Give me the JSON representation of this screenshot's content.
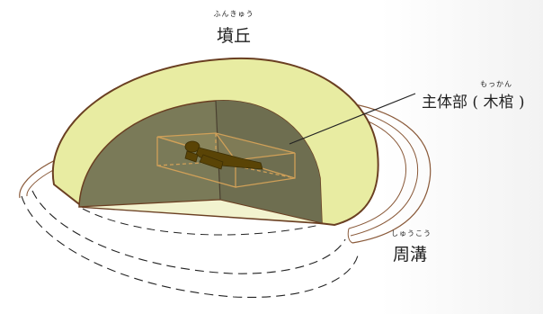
{
  "labels": {
    "mound": {
      "ruby": "ふんきゅう",
      "text": "墳丘"
    },
    "coffin": {
      "ruby": "もっかん",
      "text": "主体部 ( 木棺 )"
    },
    "moat": {
      "ruby": "しゅうこう",
      "text": "周溝"
    }
  },
  "colors": {
    "mound_fill": "#e8eca2",
    "mound_outline": "#6a3f22",
    "interior_fill": "#7a7a58",
    "floor_fill": "#f2f3cf",
    "coffin_line": "#d0a058",
    "figure": "#5a4406",
    "moat_line": "#8a5a3a"
  }
}
